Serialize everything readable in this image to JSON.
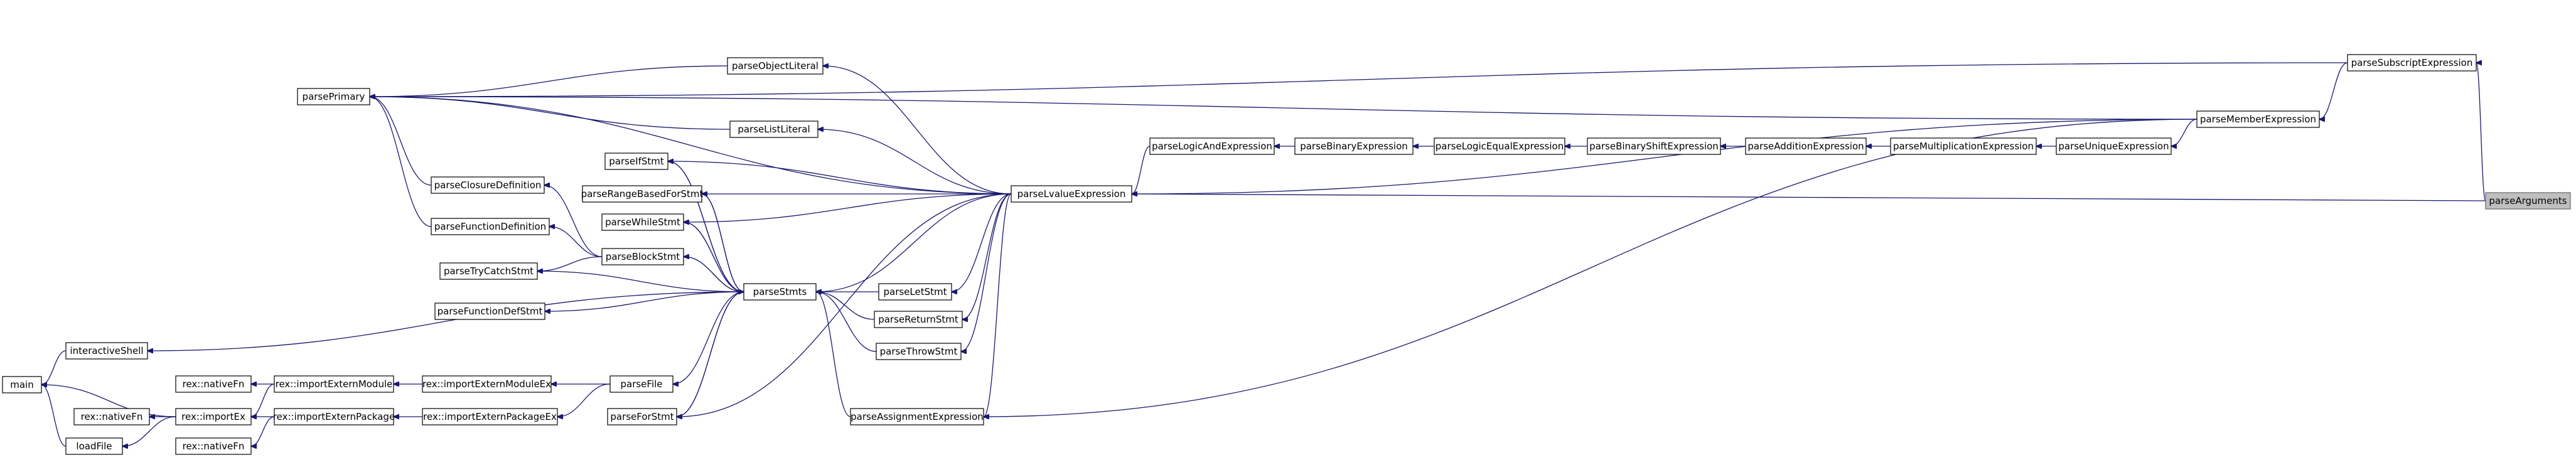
{
  "title": "",
  "colors": {
    "edge": "#191970",
    "node_border": "#000000",
    "node_fill": "#ffffff",
    "highlight_fill": "#bfbfbf",
    "highlight_border": "#666666"
  },
  "nodes": [
    {
      "id": "main",
      "label": "main"
    },
    {
      "id": "interactiveShell",
      "label": "interactiveShell"
    },
    {
      "id": "loadFile",
      "label": "loadFile"
    },
    {
      "id": "nativeFn1",
      "label": "rex::nativeFn"
    },
    {
      "id": "nativeFn2",
      "label": "rex::nativeFn"
    },
    {
      "id": "nativeFn3",
      "label": "rex::nativeFn"
    },
    {
      "id": "importEx",
      "label": "rex::importEx"
    },
    {
      "id": "importExternModule",
      "label": "rex::importExternModule"
    },
    {
      "id": "importExternPackage",
      "label": "rex::importExternPackage"
    },
    {
      "id": "importExternModuleEx",
      "label": "rex::importExternModuleEx"
    },
    {
      "id": "importExternPackageEx",
      "label": "rex::importExternPackageEx"
    },
    {
      "id": "parsePrimary",
      "label": "parsePrimary"
    },
    {
      "id": "parseClosureDefinition",
      "label": "parseClosureDefinition"
    },
    {
      "id": "parseFunctionDefinition",
      "label": "parseFunctionDefinition"
    },
    {
      "id": "parseIfStmt",
      "label": "parseIfStmt"
    },
    {
      "id": "parseRangeBasedForStmt",
      "label": "parseRangeBasedForStmt"
    },
    {
      "id": "parseWhileStmt",
      "label": "parseWhileStmt"
    },
    {
      "id": "parseBlockStmt",
      "label": "parseBlockStmt"
    },
    {
      "id": "parseTryCatchStmt",
      "label": "parseTryCatchStmt"
    },
    {
      "id": "parseFunctionDefStmt",
      "label": "parseFunctionDefStmt"
    },
    {
      "id": "parseStmts",
      "label": "parseStmts"
    },
    {
      "id": "parseFile",
      "label": "parseFile"
    },
    {
      "id": "parseForStmt",
      "label": "parseForStmt"
    },
    {
      "id": "parseObjectLiteral",
      "label": "parseObjectLiteral"
    },
    {
      "id": "parseListLiteral",
      "label": "parseListLiteral"
    },
    {
      "id": "parseLetStmt",
      "label": "parseLetStmt"
    },
    {
      "id": "parseReturnStmt",
      "label": "parseReturnStmt"
    },
    {
      "id": "parseThrowStmt",
      "label": "parseThrowStmt"
    },
    {
      "id": "parseAssignmentExpression",
      "label": "parseAssignmentExpression"
    },
    {
      "id": "parseLvalueExpression",
      "label": "parseLvalueExpression"
    },
    {
      "id": "parseLogicAndExpression",
      "label": "parseLogicAndExpression"
    },
    {
      "id": "parseBinaryExpression",
      "label": "parseBinaryExpression"
    },
    {
      "id": "parseLogicEqualExpression",
      "label": "parseLogicEqualExpression"
    },
    {
      "id": "parseBinaryShiftExpression",
      "label": "parseBinaryShiftExpression"
    },
    {
      "id": "parseAdditionExpression",
      "label": "parseAdditionExpression"
    },
    {
      "id": "parseMultiplicationExpression",
      "label": "parseMultiplicationExpression"
    },
    {
      "id": "parseUniqueExpression",
      "label": "parseUniqueExpression"
    },
    {
      "id": "parseMemberExpression",
      "label": "parseMemberExpression"
    },
    {
      "id": "parseSubscriptExpression",
      "label": "parseSubscriptExpression"
    },
    {
      "id": "parseArguments",
      "label": "parseArguments",
      "highlight": true
    }
  ],
  "edges": [
    {
      "from": "parseArguments",
      "to": "parseSubscriptExpression"
    },
    {
      "from": "parseArguments",
      "to": "parseLvalueExpression"
    },
    {
      "from": "parseSubscriptExpression",
      "to": "parseMemberExpression"
    },
    {
      "from": "parseSubscriptExpression",
      "to": "parsePrimary"
    },
    {
      "from": "parseMemberExpression",
      "to": "parseUniqueExpression"
    },
    {
      "from": "parseMemberExpression",
      "to": "parsePrimary"
    },
    {
      "from": "parseMemberExpression",
      "to": "parseLvalueExpression"
    },
    {
      "from": "parseMemberExpression",
      "to": "parseAssignmentExpression"
    },
    {
      "from": "parseUniqueExpression",
      "to": "parseMultiplicationExpression"
    },
    {
      "from": "parseMultiplicationExpression",
      "to": "parseAdditionExpression"
    },
    {
      "from": "parseAdditionExpression",
      "to": "parseBinaryShiftExpression"
    },
    {
      "from": "parseBinaryShiftExpression",
      "to": "parseLogicEqualExpression"
    },
    {
      "from": "parseLogicEqualExpression",
      "to": "parseBinaryExpression"
    },
    {
      "from": "parseBinaryExpression",
      "to": "parseLogicAndExpression"
    },
    {
      "from": "parseLogicAndExpression",
      "to": "parseLvalueExpression"
    },
    {
      "from": "parseLvalueExpression",
      "to": "parseObjectLiteral"
    },
    {
      "from": "parseLvalueExpression",
      "to": "parseListLiteral"
    },
    {
      "from": "parseLvalueExpression",
      "to": "parsePrimary"
    },
    {
      "from": "parseLvalueExpression",
      "to": "parseIfStmt"
    },
    {
      "from": "parseLvalueExpression",
      "to": "parseRangeBasedForStmt"
    },
    {
      "from": "parseLvalueExpression",
      "to": "parseWhileStmt"
    },
    {
      "from": "parseLvalueExpression",
      "to": "parseStmts"
    },
    {
      "from": "parseLvalueExpression",
      "to": "parseLetStmt"
    },
    {
      "from": "parseLvalueExpression",
      "to": "parseReturnStmt"
    },
    {
      "from": "parseLvalueExpression",
      "to": "parseThrowStmt"
    },
    {
      "from": "parseLvalueExpression",
      "to": "parseAssignmentExpression"
    },
    {
      "from": "parseLvalueExpression",
      "to": "parseForStmt"
    },
    {
      "from": "parseObjectLiteral",
      "to": "parsePrimary"
    },
    {
      "from": "parseListLiteral",
      "to": "parsePrimary"
    },
    {
      "from": "parseClosureDefinition",
      "to": "parsePrimary"
    },
    {
      "from": "parseFunctionDefinition",
      "to": "parsePrimary"
    },
    {
      "from": "parseBlockStmt",
      "to": "parseClosureDefinition"
    },
    {
      "from": "parseBlockStmt",
      "to": "parseFunctionDefinition"
    },
    {
      "from": "parseBlockStmt",
      "to": "parseTryCatchStmt"
    },
    {
      "from": "parseBlockStmt",
      "to": "parseStmts"
    },
    {
      "from": "parseStmts",
      "to": "parseIfStmt"
    },
    {
      "from": "parseStmts",
      "to": "parseRangeBasedForStmt"
    },
    {
      "from": "parseStmts",
      "to": "parseWhileStmt"
    },
    {
      "from": "parseStmts",
      "to": "parseBlockStmt"
    },
    {
      "from": "parseStmts",
      "to": "parseTryCatchStmt"
    },
    {
      "from": "parseStmts",
      "to": "parseFunctionDefStmt"
    },
    {
      "from": "parseStmts",
      "to": "parseForStmt"
    },
    {
      "from": "parseStmts",
      "to": "parseFile"
    },
    {
      "from": "parseStmts",
      "to": "interactiveShell"
    },
    {
      "from": "parseIfStmt",
      "to": "parseStmts"
    },
    {
      "from": "parseRangeBasedForStmt",
      "to": "parseStmts"
    },
    {
      "from": "parseWhileStmt",
      "to": "parseStmts"
    },
    {
      "from": "parseLetStmt",
      "to": "parseStmts"
    },
    {
      "from": "parseReturnStmt",
      "to": "parseStmts"
    },
    {
      "from": "parseThrowStmt",
      "to": "parseStmts"
    },
    {
      "from": "parseAssignmentExpression",
      "to": "parseStmts"
    },
    {
      "from": "parseForStmt",
      "to": "parseStmts"
    },
    {
      "from": "parseFile",
      "to": "importExternModuleEx"
    },
    {
      "from": "parseFile",
      "to": "importExternPackageEx"
    },
    {
      "from": "importExternModuleEx",
      "to": "importExternModule"
    },
    {
      "from": "importExternPackageEx",
      "to": "importExternPackage"
    },
    {
      "from": "importExternModule",
      "to": "nativeFn1"
    },
    {
      "from": "importExternModule",
      "to": "importEx"
    },
    {
      "from": "importExternPackage",
      "to": "importEx"
    },
    {
      "from": "importExternPackage",
      "to": "nativeFn3"
    },
    {
      "from": "importEx",
      "to": "nativeFn2"
    },
    {
      "from": "importEx",
      "to": "main"
    },
    {
      "from": "importEx",
      "to": "loadFile"
    },
    {
      "from": "interactiveShell",
      "to": "main"
    },
    {
      "from": "loadFile",
      "to": "main"
    }
  ]
}
